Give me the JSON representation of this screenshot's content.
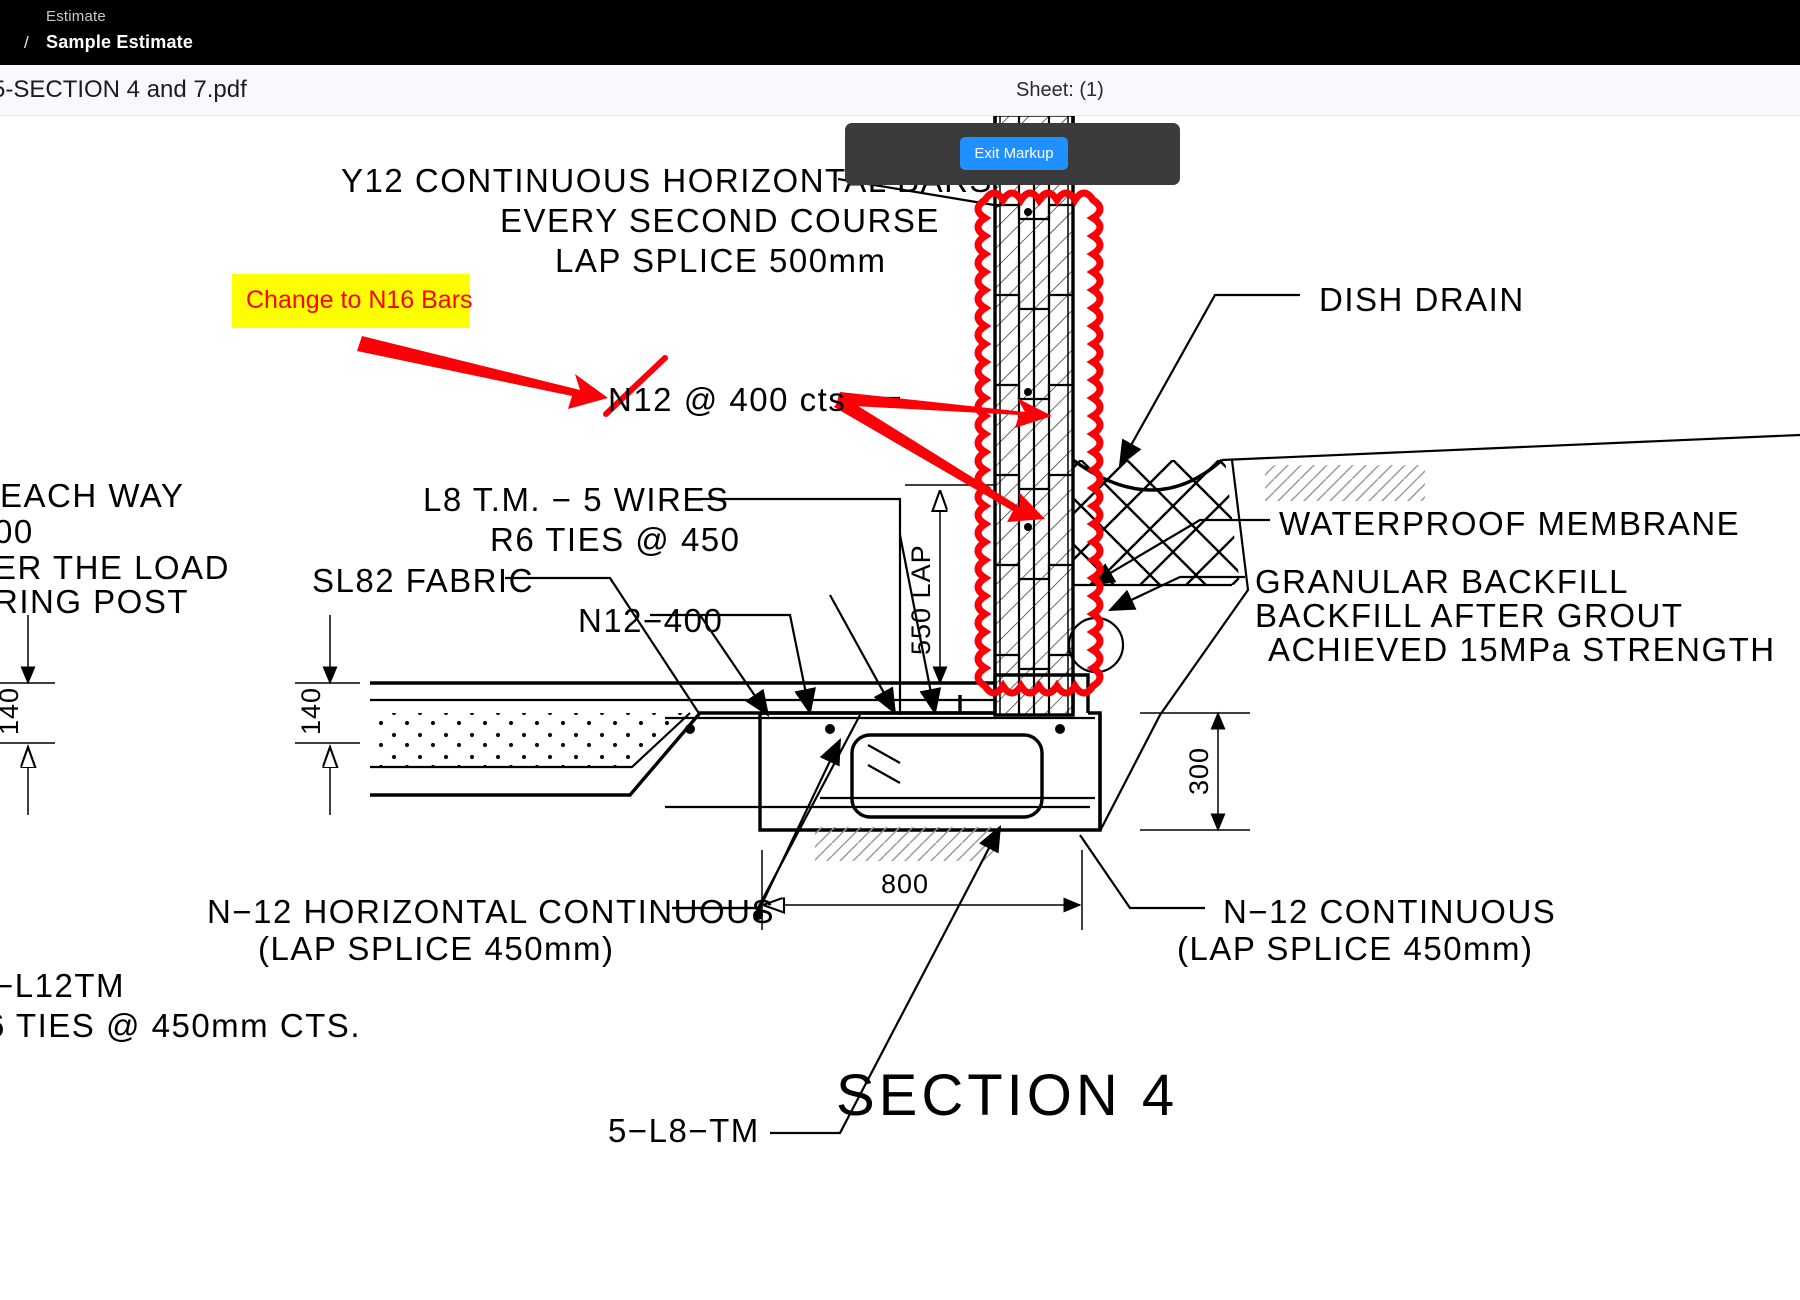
{
  "app_bar": {
    "breadcrumb_parent": "Estimate",
    "breadcrumb_separator": "/",
    "breadcrumb_current": "Sample Estimate"
  },
  "doc_bar": {
    "file_name": "5-SECTION 4 and 7.pdf",
    "sheet_label": "Sheet: (1)"
  },
  "markup_toolbar": {
    "exit_label": "Exit Markup"
  },
  "markup": {
    "highlight_note": "Change to N16 Bars",
    "highlight_color": "#ffff00",
    "note_text_color": "#ff0000",
    "annotation_color": "#fb0007"
  },
  "drawing": {
    "title": "SECTION   4",
    "labels": {
      "y12_line1": "Y12 CONTINUOUS HORIZONTAL BARS",
      "y12_line2": "EVERY SECOND COURSE",
      "y12_line3": "LAP SPLICE 500mm",
      "n12_400_cts": "N12 @ 400 cts",
      "l8_tm": "L8 T.M. − 5 WIRES",
      "r6_ties": "R6 TIES @ 450",
      "sl82_fabric": "SL82 FABRIC",
      "n12_400": "N12−400",
      "dish_drain": "DISH DRAIN",
      "waterproof_membrane": "WATERPROOF MEMBRANE",
      "granular_backfill": "GRANULAR BACKFILL",
      "backfill_after_grout": "BACKFILL AFTER GROUT",
      "achieved_15mpa": "ACHIEVED 15MPa STRENGTH",
      "n12_horiz_cont_1": "N−12 HORIZONTAL CONTINUOUS",
      "n12_horiz_cont_2": "(LAP SPLICE 450mm)",
      "n12_cont_1": "N−12 CONTINUOUS",
      "n12_cont_2": "(LAP SPLICE 450mm)",
      "five_l8_tm": "5−L8−TM",
      "clip_each_way": "EACH WAY",
      "clip_000": "00",
      "clip_the_load": "ER THE LOAD",
      "clip_ring_post": "RING POST",
      "clip_l12tm": "−L12TM",
      "clip_ties_450": "6 TIES @ 450mm CTS."
    },
    "dimensions": {
      "lap_550": "550 LAP",
      "slab_140_left": "140",
      "slab_140_right": "140",
      "footing_300": "300",
      "footing_800": "800"
    }
  }
}
